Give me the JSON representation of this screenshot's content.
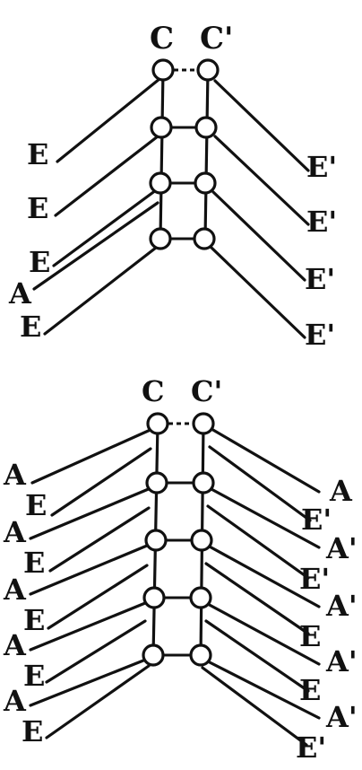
{
  "figure_top": {
    "top_labels": [
      "C",
      "C'"
    ],
    "left_labels": [
      "E",
      "E",
      "E",
      "A",
      "E"
    ],
    "right_labels": [
      "E'",
      "E'",
      "E'",
      "E'"
    ]
  },
  "figure_bottom": {
    "top_labels": [
      "C",
      "C'"
    ],
    "left_labels": [
      "A",
      "E",
      "A",
      "E",
      "A",
      "E",
      "A",
      "E",
      "A",
      "E"
    ],
    "right_labels": [
      "A",
      "E'",
      "A'",
      "E'",
      "A'",
      "E",
      "A'",
      "E",
      "A'",
      "E'"
    ]
  }
}
